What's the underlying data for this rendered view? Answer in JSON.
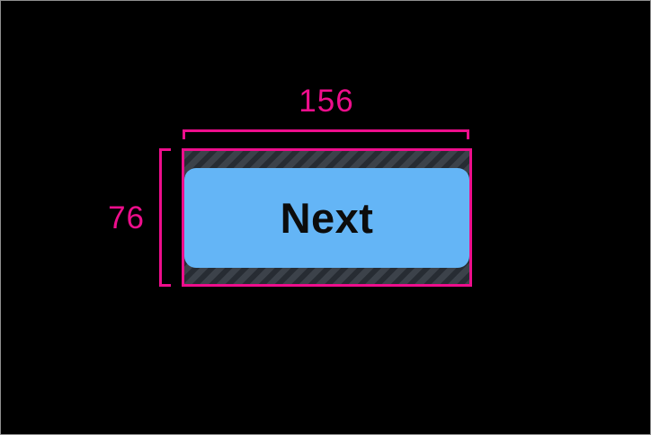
{
  "canvas": {
    "background_color": "#000000",
    "frame_border_color": "#8f8f8f"
  },
  "measurement_overlay": {
    "accent_color": "#ee0e8c",
    "width_label": "156",
    "height_label": "76"
  },
  "measured_element": {
    "padding_base_color": "#3c424a",
    "padding_stripe_color": "#272c33"
  },
  "button": {
    "label": "Next",
    "fill_color": "#64b5f6",
    "text_color": "#0c0c0c"
  }
}
